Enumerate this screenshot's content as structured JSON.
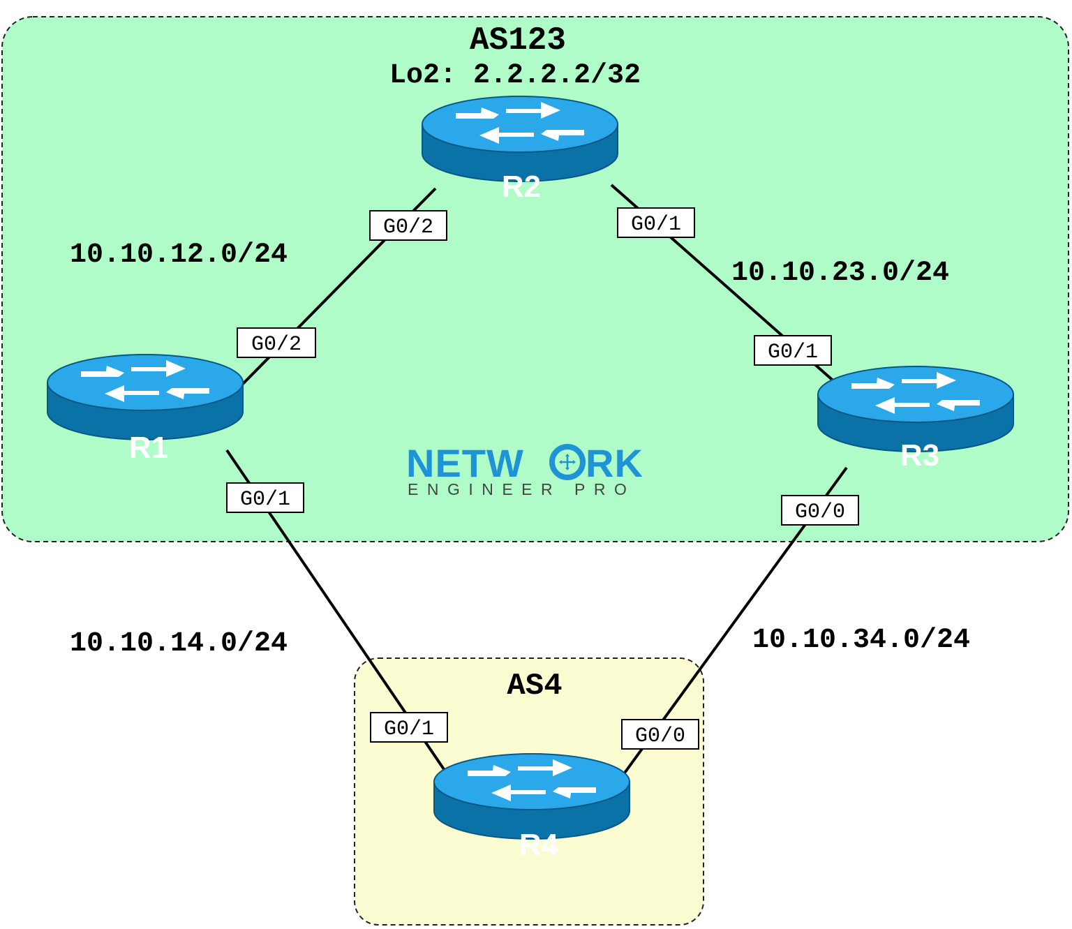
{
  "colors": {
    "as123_fill": "#b0fcc8",
    "as4_fill": "#fcfcd2",
    "router_top": "#2aa8ea",
    "router_side": "#0b72a8",
    "link": "#000000",
    "logo_blue": "#1f93d6",
    "logo_gray": "#444444"
  },
  "areas": {
    "as123": {
      "label": "AS123",
      "loopback": "Lo2: 2.2.2.2/32"
    },
    "as4": {
      "label": "AS4"
    }
  },
  "routers": {
    "r1": {
      "label": "R1"
    },
    "r2": {
      "label": "R2"
    },
    "r3": {
      "label": "R3"
    },
    "r4": {
      "label": "R4"
    }
  },
  "subnets": {
    "r1_r2": "10.10.12.0/24",
    "r2_r3": "10.10.23.0/24",
    "r1_r4": "10.10.14.0/24",
    "r3_r4": "10.10.34.0/24"
  },
  "interfaces": {
    "r2_to_r1": "G0/2",
    "r1_to_r2": "G0/2",
    "r2_to_r3": "G0/1",
    "r3_to_r2": "G0/1",
    "r1_to_r4": "G0/1",
    "r4_to_r1": "G0/1",
    "r3_to_r4": "G0/0",
    "r4_to_r3": "G0/0"
  },
  "logo": {
    "word_a": "NETW",
    "word_b": "RK",
    "tagline": "ENGINEER PRO",
    "icon": "router-cross-icon"
  }
}
